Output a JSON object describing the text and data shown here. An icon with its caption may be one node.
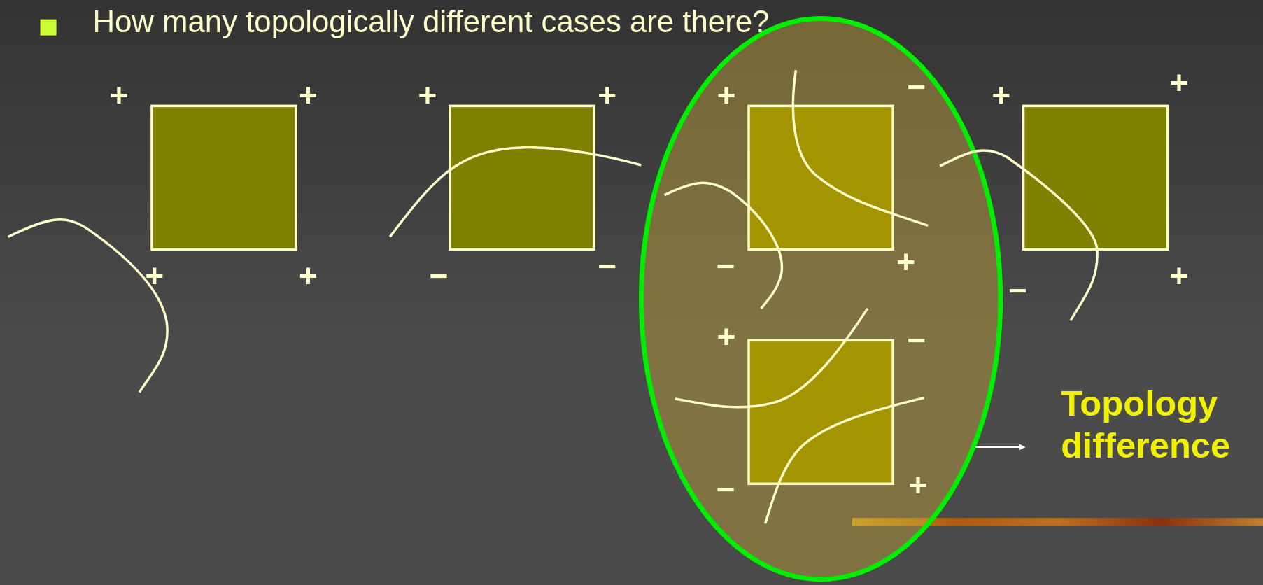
{
  "diagram": {
    "title": "How many topologically different cases are there?",
    "nodes": [
      {
        "text": [],
        "shape": "box"
      },
      {
        "text": [],
        "shape": "box"
      },
      {
        "text": [],
        "shape": "ellipse"
      },
      {
        "text": [],
        "shape": "box",
        "in": 2
      },
      {
        "text": [],
        "shape": "box"
      },
      {
        "text": [],
        "shape": "box",
        "in": 2
      },
      {
        "text": [
          "Topology difference"
        ]
      }
    ],
    "edges": [
      {
        "from": 2,
        "to": 6,
        "arrow": "to"
      }
    ],
    "labels": [
      "+",
      "+",
      "+",
      "+",
      "+",
      "+",
      "−",
      "−",
      "+",
      "−",
      "−",
      "+",
      "+",
      "+",
      "−",
      "+",
      "+",
      "−",
      "−",
      "+"
    ]
  }
}
